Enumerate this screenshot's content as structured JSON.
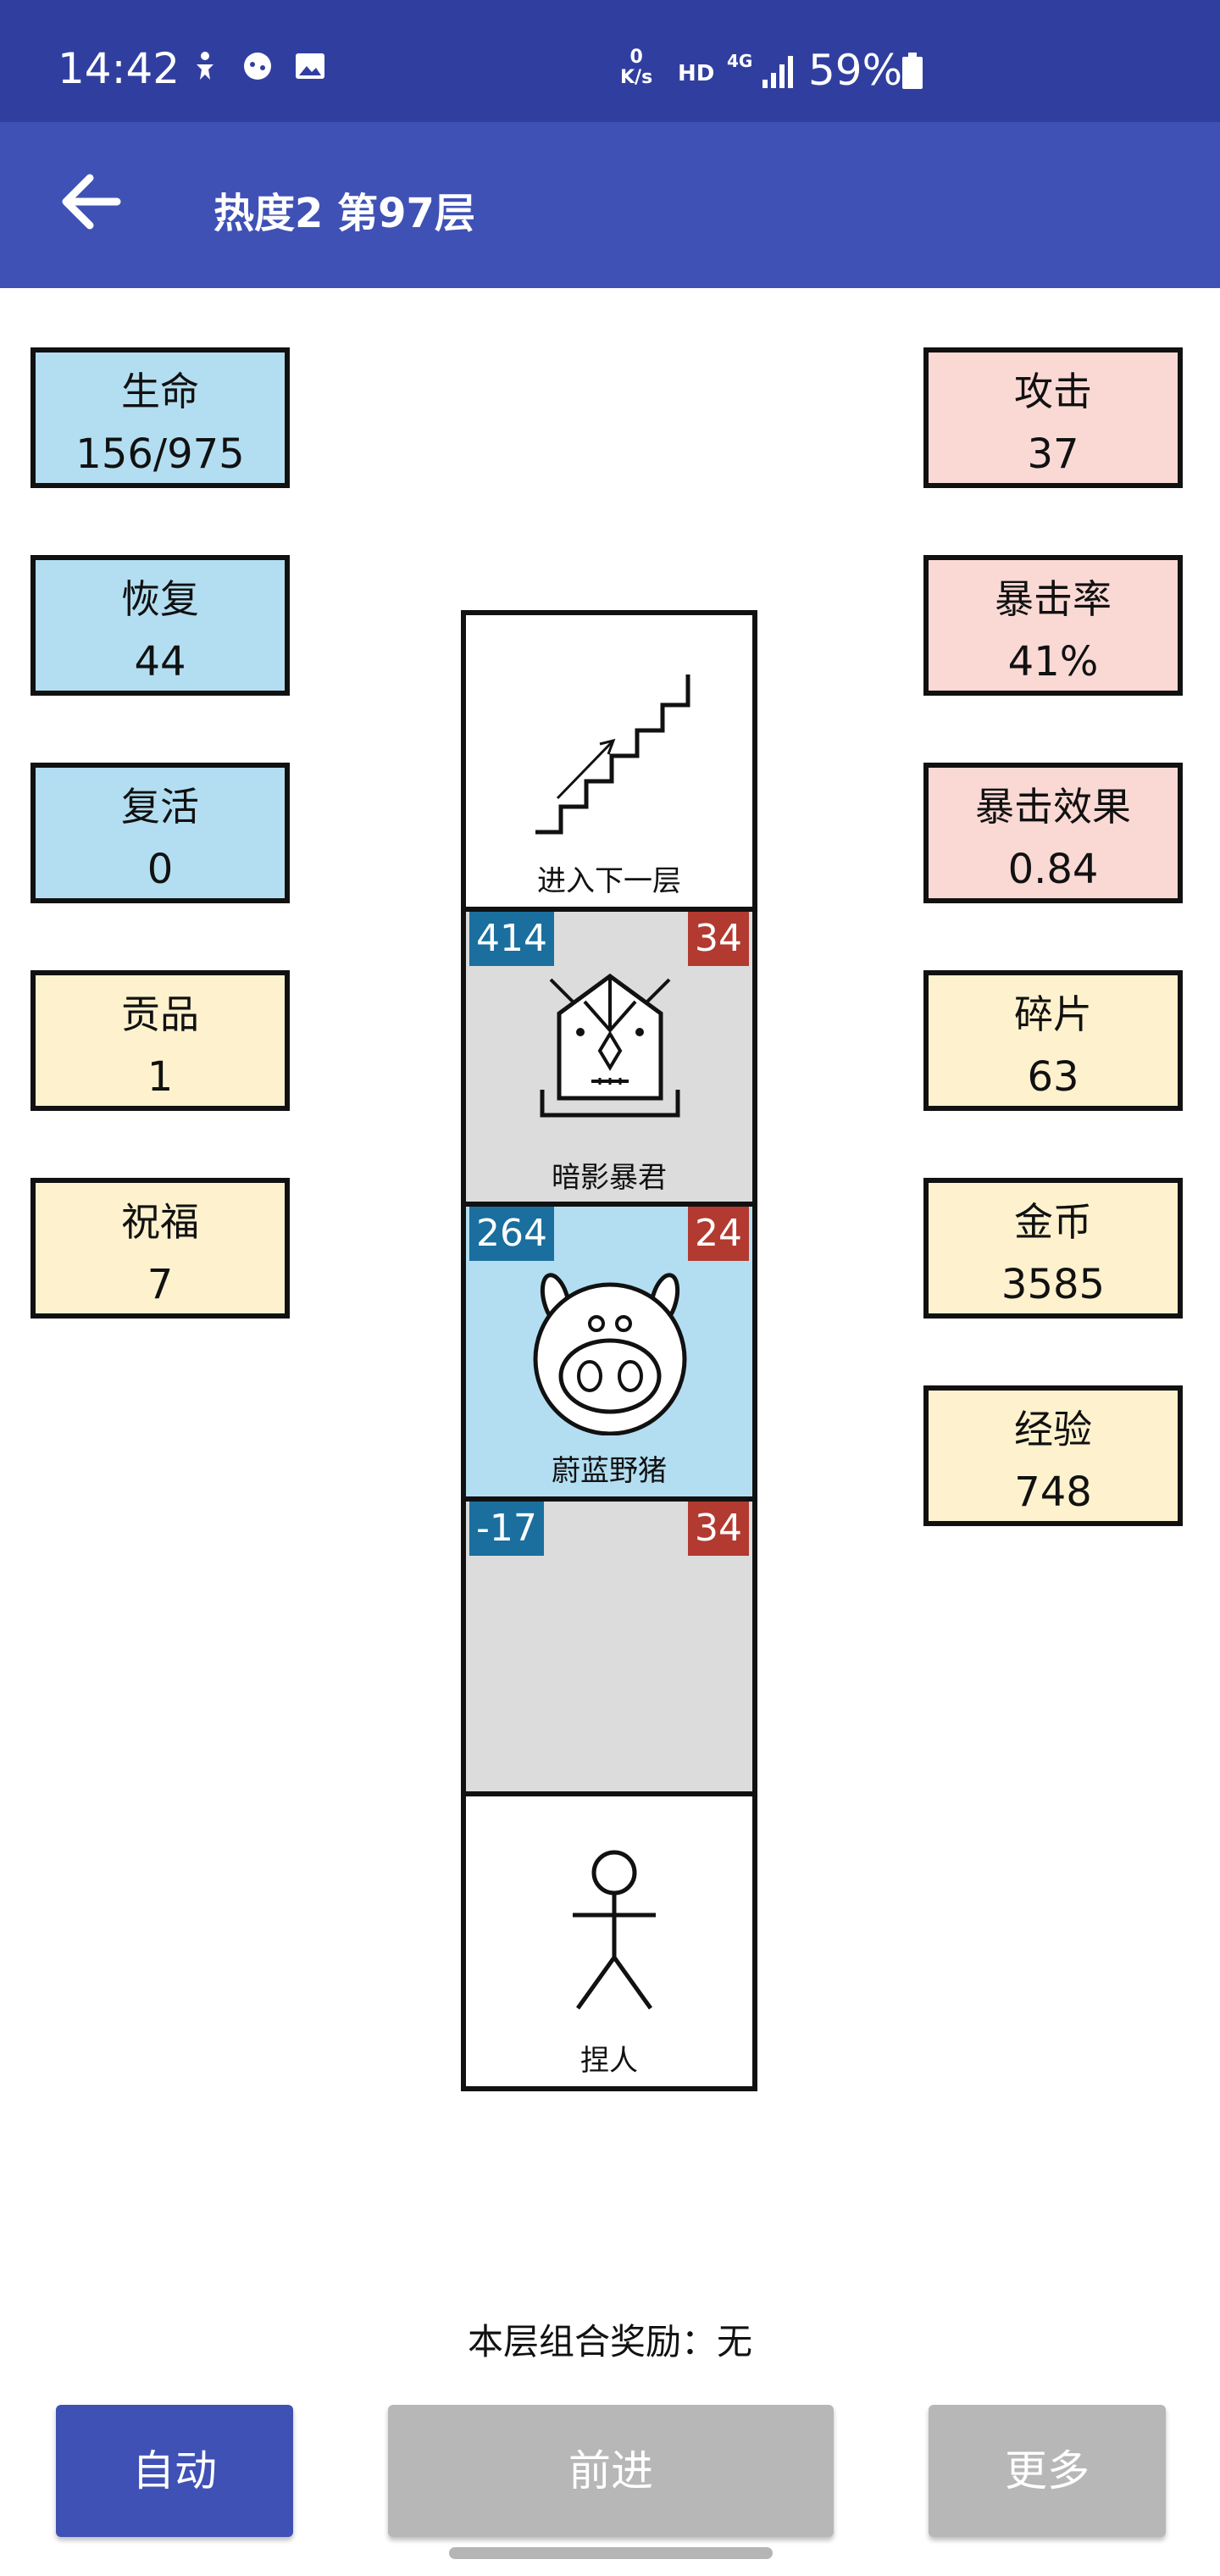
{
  "status_bar": {
    "time": "14:42",
    "speed_value": "0",
    "speed_unit": "K/s",
    "hd": "HD",
    "network": "4G",
    "battery": "59%"
  },
  "app_bar": {
    "title": "热度2 第97层"
  },
  "left_stats": [
    {
      "label": "生命",
      "value": "156/975"
    },
    {
      "label": "恢复",
      "value": "44"
    },
    {
      "label": "复活",
      "value": "0"
    },
    {
      "label": "贡品",
      "value": "1"
    },
    {
      "label": "祝福",
      "value": "7"
    }
  ],
  "right_stats": [
    {
      "label": "攻击",
      "value": "37"
    },
    {
      "label": "暴击率",
      "value": "41%"
    },
    {
      "label": "暴击效果",
      "value": "0.84"
    },
    {
      "label": "碎片",
      "value": "63"
    },
    {
      "label": "金币",
      "value": "3585"
    },
    {
      "label": "经验",
      "value": "748"
    }
  ],
  "tower": {
    "stairs": {
      "name": "进入下一层"
    },
    "boss": {
      "name": "暗影暴君",
      "hp": "414",
      "atk": "34"
    },
    "pig": {
      "name": "蔚蓝野猪",
      "hp": "264",
      "atk": "24"
    },
    "empty": {
      "hp": "-17",
      "atk": "34"
    },
    "player": {
      "name": "捏人"
    }
  },
  "reward_text": "本层组合奖励：无",
  "buttons": {
    "auto": "自动",
    "forward": "前进",
    "more": "更多"
  },
  "colors": {
    "status_bar": "#303f9f",
    "app_bar": "#3f51b5",
    "stat_blue": "#b3def1",
    "stat_pink": "#fad9d5",
    "stat_yellow": "#fdf2cd",
    "hp_badge": "#1a6f9e",
    "atk_badge": "#b23a30"
  }
}
